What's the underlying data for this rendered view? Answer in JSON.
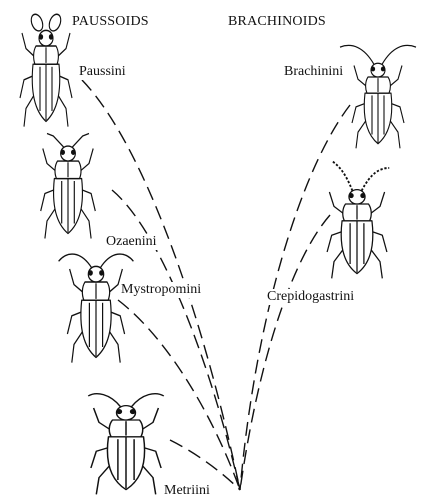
{
  "figure": {
    "groups": {
      "left": "PAUSSOIDS",
      "right": "BRACHINOIDS"
    },
    "tribes": [
      {
        "id": "paussini",
        "label": "Paussini",
        "lineage": "left"
      },
      {
        "id": "ozaenini",
        "label": "Ozaenini",
        "lineage": "left"
      },
      {
        "id": "mystropomini",
        "label": "Mystropomini",
        "lineage": "left"
      },
      {
        "id": "metriini",
        "label": "Metriini",
        "lineage": "left"
      },
      {
        "id": "brachinini",
        "label": "Brachinini",
        "lineage": "right"
      },
      {
        "id": "crepidogastrini",
        "label": "Crepidogastrini",
        "lineage": "right"
      }
    ],
    "colors": {
      "ink": "#111111",
      "background": "#ffffff"
    }
  }
}
